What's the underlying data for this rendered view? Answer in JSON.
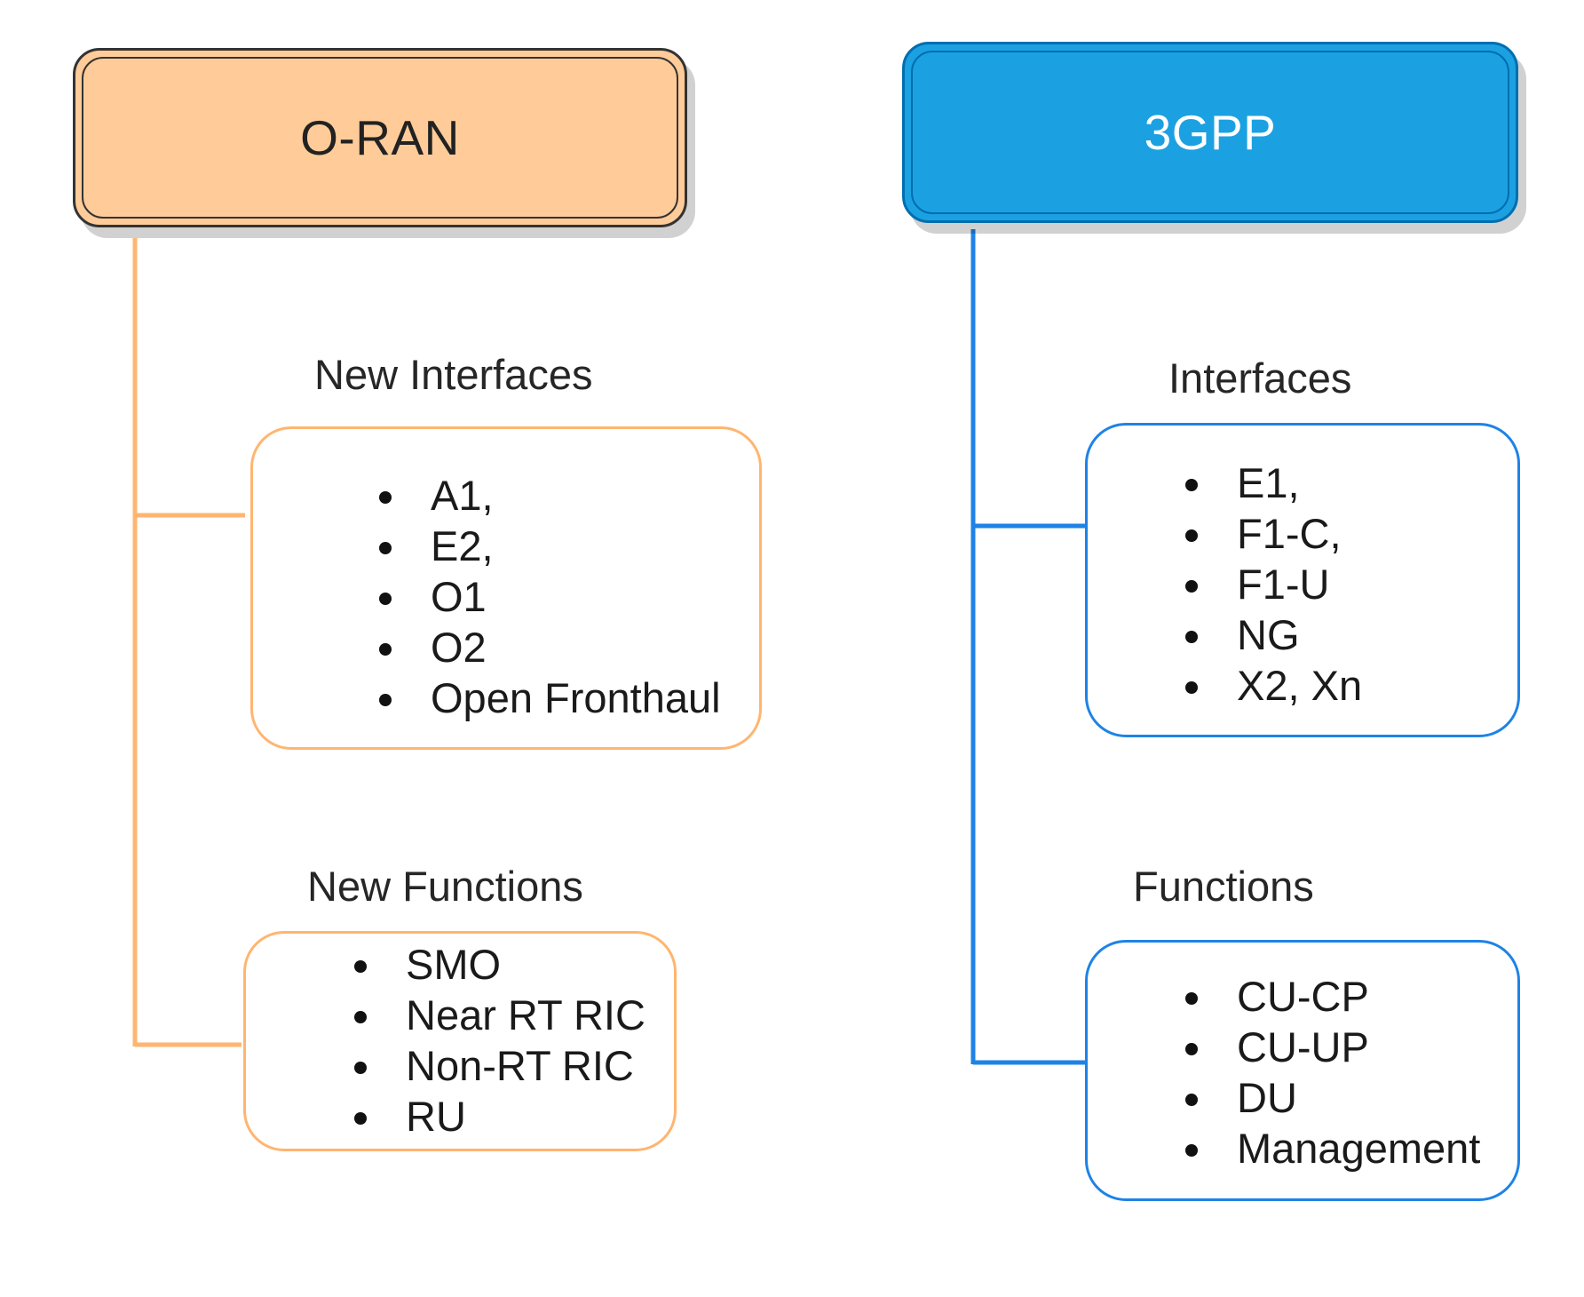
{
  "colors": {
    "oran_fill": "#ffcc99",
    "oran_line": "#ffb570",
    "gpp_fill": "#1ba1e2",
    "gpp_line": "#1e83e6",
    "gpp_border": "#006eaf"
  },
  "oran": {
    "title": "O-RAN",
    "interfaces": {
      "heading": "New Interfaces",
      "items": [
        "A1,",
        "E2,",
        "O1",
        "O2",
        "Open Fronthaul"
      ]
    },
    "functions": {
      "heading": "New Functions",
      "items": [
        "SMO",
        "Near RT RIC",
        "Non-RT RIC",
        "RU"
      ]
    }
  },
  "gpp": {
    "title": "3GPP",
    "interfaces": {
      "heading": "Interfaces",
      "items": [
        "E1,",
        "F1-C,",
        "F1-U",
        "NG",
        "X2, Xn"
      ]
    },
    "functions": {
      "heading": "Functions",
      "items": [
        "CU-CP",
        "CU-UP",
        "DU",
        "Management"
      ]
    }
  }
}
